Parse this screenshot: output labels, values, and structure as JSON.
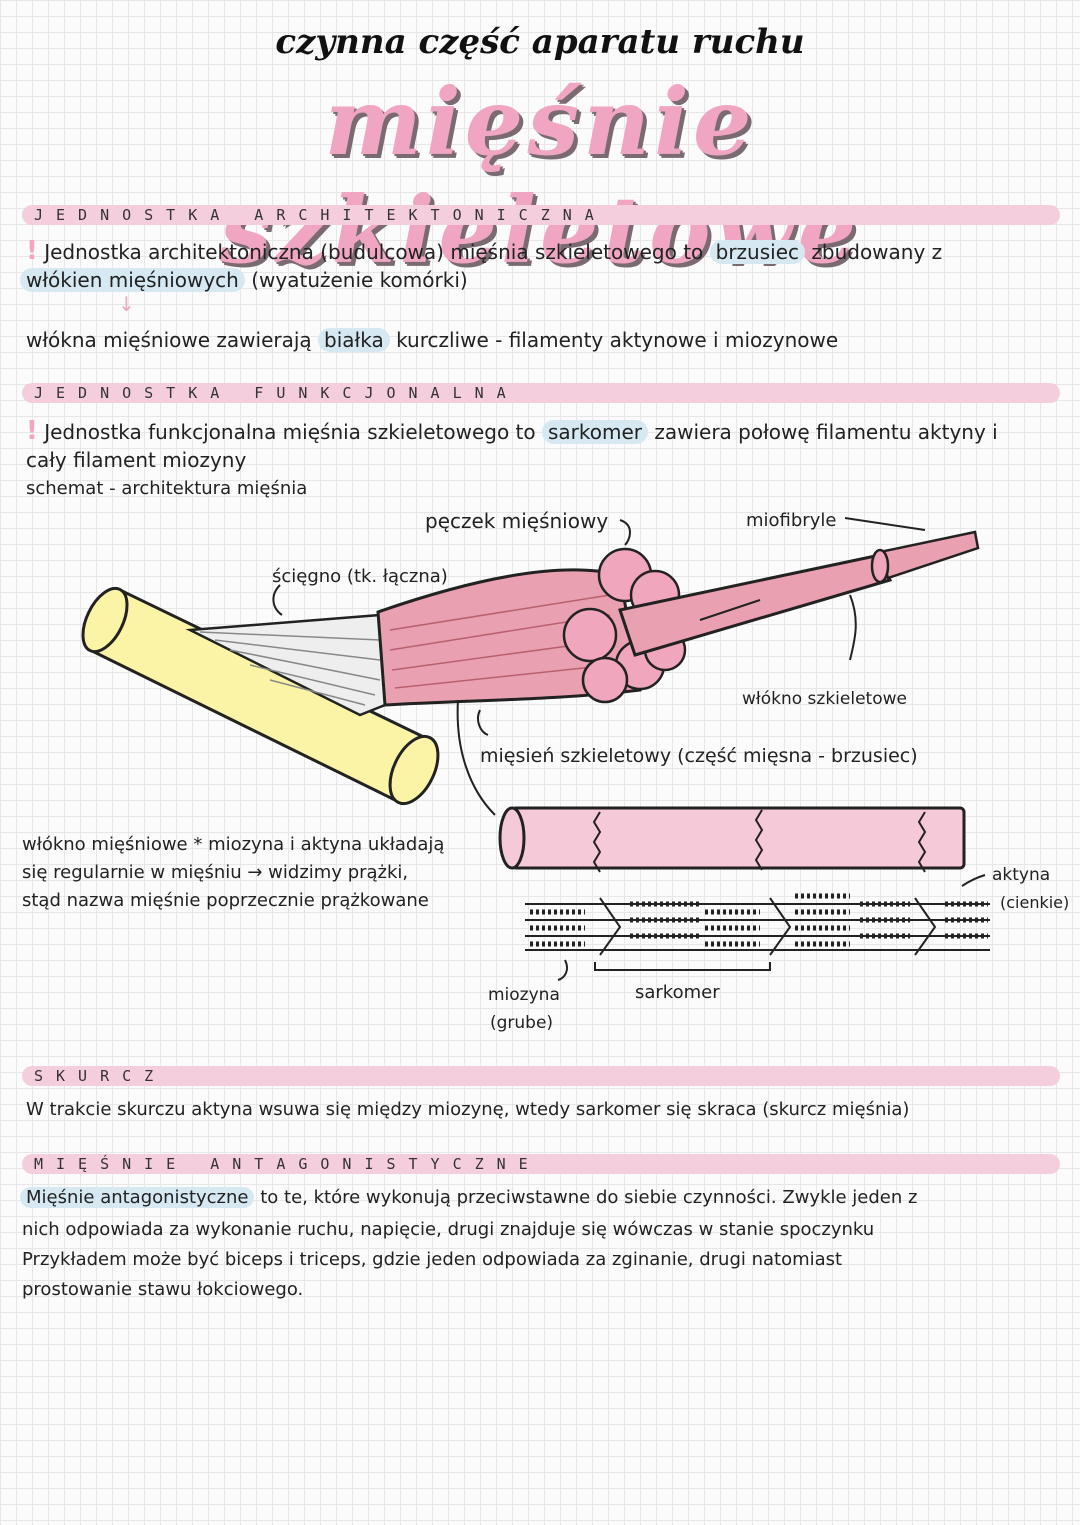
{
  "header": {
    "subtitle": "czynna część aparatu ruchu",
    "title": "mięśnie szkieletowe"
  },
  "sections": {
    "arch": {
      "heading": "JEDNOSTKA ARCHITEKTONICZNA",
      "line1_a": "Jednostka architektoniczna (budulcowa) mięśnia szkieletowego to",
      "line1_hl": "brzusiec",
      "line1_b": "zbudowany z",
      "line2_hl": "włókien mięśniowych",
      "line2_b": "(wyatużenie komórki)",
      "arrow": "↓",
      "line3_a": "włókna mięśniowe zawierają",
      "line3_hl": "białka",
      "line3_b": "kurczliwe - filamenty aktynowe i miozynowe"
    },
    "func": {
      "heading": "JEDNOSTKA FUNKCJONALNA",
      "line1_a": "Jednostka funkcjonalna mięśnia szkieletowego to",
      "line1_hl": "sarkomer",
      "line1_b": "zawiera połowę filamentu aktyny i",
      "line2": "cały filament miozyny",
      "line3": "schemat - architektura mięśnia"
    },
    "diagram": {
      "label_peczek": "pęczek mięśniowy",
      "label_miofibryle": "miofibryle",
      "label_sciegno": "ścięgno (tk. łączna)",
      "label_wlokno": "włókno szkieletowe",
      "label_miesien": "mięsień szkieletowy (część mięsna - brzusiec)",
      "note_line1": "włókno mięśniowe * miozyna i aktyna układają",
      "note_line2": "się regularnie w mięśniu → widzimy prążki,",
      "note_line3": "stąd nazwa mięśnie poprzecznie prążkowane",
      "label_aktyna": "aktyna",
      "label_aktyna_sub": "(cienkie)",
      "label_miozyna": "miozyna",
      "label_miozyna_sub": "(grube)",
      "label_sarkomer": "sarkomer"
    },
    "skurcz": {
      "heading": "SKURCZ",
      "text": "W trakcie skurczu aktyna wsuwa się między miozynę, wtedy sarkomer się skraca (skurcz mięśnia)"
    },
    "antag": {
      "heading": "MIĘŚNIE ANTAGONISTYCZNE",
      "line1_hl": "Mięśnie antagonistyczne",
      "line1_b": "to te, które wykonują przeciwstawne do siebie czynności. Zwykle jeden z",
      "line2": "nich odpowiada za wykonanie ruchu, napięcie, drugi znajduje się wówczas w stanie spoczynku",
      "line3": "Przykładem może być biceps i triceps, gdzie jeden odpowiada za zginanie, drugi natomiast",
      "line4": "prostowanie stawu łokciowego."
    }
  },
  "colors": {
    "pink_bar": "#f5cede",
    "highlight_blue": "#d6e8f1",
    "title_pink": "#f0a6c2",
    "muscle": "#e9a0b0",
    "tendon_bone": "#fbf3a6"
  }
}
